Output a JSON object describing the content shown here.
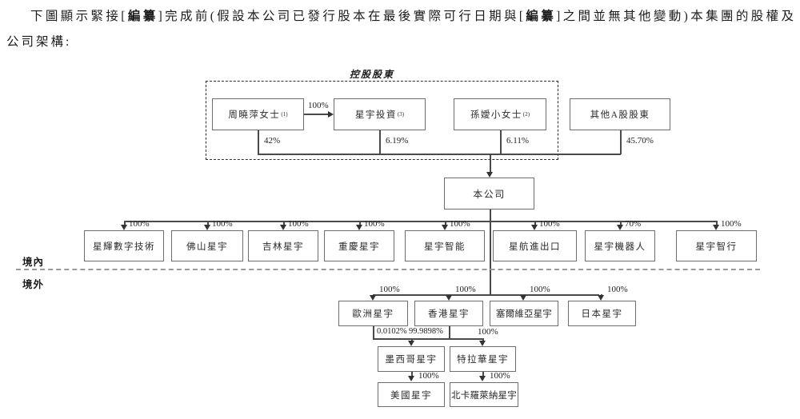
{
  "intro": {
    "p1": "下圖顯示緊接[",
    "p2": "編纂",
    "p3": "]完成前(假設本公司已發行股本在最後實際可行日期與[",
    "p4": "編纂",
    "p5": "]之間並無其他變動)本集團的股權及",
    "line2": "公司架構:"
  },
  "diagram": {
    "holding_label": "控股股東",
    "onshore_label": "境內",
    "offshore_label": "境外",
    "shareholders": [
      {
        "name": "周曉萍女士",
        "sup": "(1)",
        "pct": "42%"
      },
      {
        "name": "星宇投資",
        "sup": "(3)",
        "pct": "6.19%"
      },
      {
        "name": "孫嬡小女士",
        "sup": "(2)",
        "pct": "6.11%"
      },
      {
        "name": "其他A股股東",
        "sup": "",
        "pct": "45.70%"
      }
    ],
    "zhou_to_investment_pct": "100%",
    "company": "本公司",
    "onshore_subsidiaries": [
      {
        "name": "星輝數字技術",
        "pct": "100%"
      },
      {
        "name": "佛山星宇",
        "pct": "100%"
      },
      {
        "name": "吉林星宇",
        "pct": "100%"
      },
      {
        "name": "重慶星宇",
        "pct": "100%"
      },
      {
        "name": "星宇智能",
        "pct": "100%"
      },
      {
        "name": "星航進出口",
        "pct": "100%"
      },
      {
        "name": "星宇機器人",
        "pct": "70%"
      },
      {
        "name": "星宇智行",
        "pct": "100%"
      }
    ],
    "offshore_subsidiaries": [
      {
        "name": "歐洲星宇",
        "pct": "100%"
      },
      {
        "name": "香港星宇",
        "pct": "100%"
      },
      {
        "name": "塞爾維亞星宇",
        "pct": "100%"
      },
      {
        "name": "日本星宇",
        "pct": "100%"
      }
    ],
    "mexico": {
      "name": "墨西哥星宇",
      "pct_from_europe": "0.0102%",
      "pct_from_hongkong": "99.9898%"
    },
    "delaware": {
      "name": "特拉華星宇",
      "pct_from_hongkong": "100%"
    },
    "usa": {
      "name": "美國星宇",
      "pct": "100%"
    },
    "north_carolina": {
      "name": "北卡羅萊納星宇",
      "pct": "100%"
    },
    "colors": {
      "line": "#4a4a4a",
      "box_border": "#6e6e70",
      "divider": "#9a9a9a",
      "text": "#1c1c1c"
    }
  }
}
